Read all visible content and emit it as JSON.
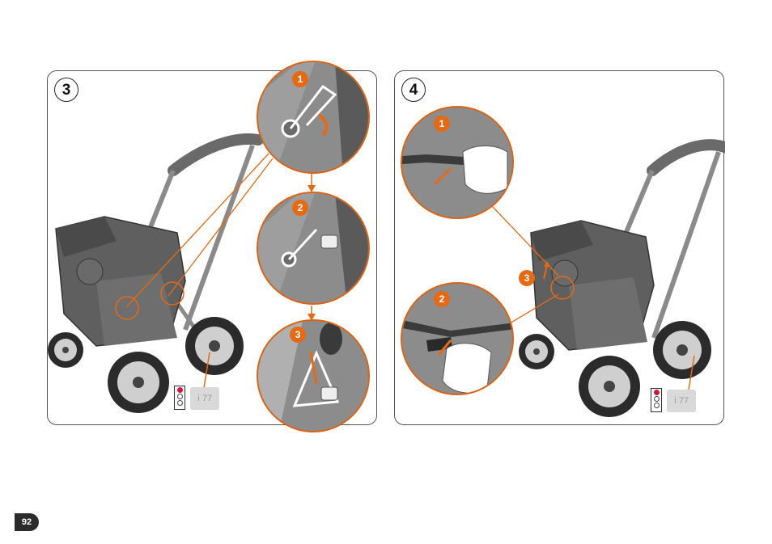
{
  "page_number": "92",
  "panels": [
    {
      "step": "3",
      "callouts": [
        "1",
        "2",
        "3"
      ],
      "reference": "77"
    },
    {
      "step": "4",
      "callouts": [
        "1",
        "2",
        "3"
      ],
      "reference": "77"
    }
  ],
  "colors": {
    "accent": "#e66a13",
    "frame": "#555555",
    "fabric": "#5f5f5f",
    "signal_red": "#d4153a"
  },
  "icons": [
    "traffic-light-icon",
    "info-reference-icon"
  ]
}
